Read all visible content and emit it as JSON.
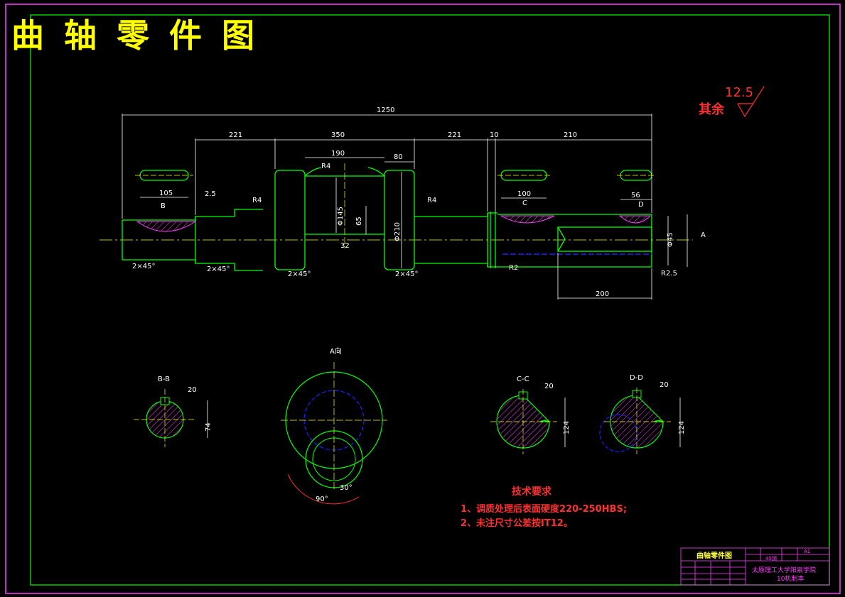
{
  "drawing_title": "曲 轴 零 件 图",
  "roughness": {
    "label": "其余",
    "value": "12.5"
  },
  "dimensions": {
    "total_length": "1250",
    "seg1": "221",
    "seg2": "350",
    "seg3": "221",
    "seg4": "10",
    "seg5": "210",
    "crank_width": "190",
    "web": "80",
    "key1_len": "105",
    "key1_gap": "2.5",
    "key2_len": "100",
    "key3_len": "56",
    "bore_len": "200",
    "r4a": "R4",
    "r4b": "R4",
    "r4c": "R4",
    "r2": "R2",
    "r25": "R2.5",
    "chamfer1": "2×45°",
    "chamfer2": "2×45°",
    "chamfer3": "2×45°",
    "chamfer4": "2×45°",
    "dia_145": "Φ145",
    "dia_210": "Φ210",
    "dia_45": "Φ45",
    "dim_65": "65",
    "dim_32": "32",
    "view_a": "A",
    "sec_b": "B",
    "sec_c": "C",
    "sec_d": "D"
  },
  "section_views": {
    "bb": {
      "label": "B-B",
      "width": "20",
      "depth": "74"
    },
    "a": {
      "label": "A向",
      "angle1": "30°",
      "angle2": "90°"
    },
    "cc": {
      "label": "C-C",
      "width": "20",
      "depth": "124"
    },
    "dd": {
      "label": "D-D",
      "width": "20",
      "depth": "124"
    }
  },
  "tech_requirements": {
    "title": "技术要求",
    "items": [
      "1、调质处理后表面硬度220-250HBS;",
      "2、未注尺寸公差按IT12。"
    ]
  },
  "title_block": {
    "part_name": "曲轴零件图",
    "material": "45钢",
    "scale": "A1",
    "school": "太原理工大学阳泉学院",
    "class_name": "10机制本"
  },
  "colors": {
    "frame": "#ff40ff",
    "border": "#00ff00",
    "part": "#00ff00",
    "dimension": "#ffffff",
    "center": "#ffff00",
    "hatch": "#ff40ff",
    "note": "#ff3030",
    "hidden": "#2020ff"
  }
}
